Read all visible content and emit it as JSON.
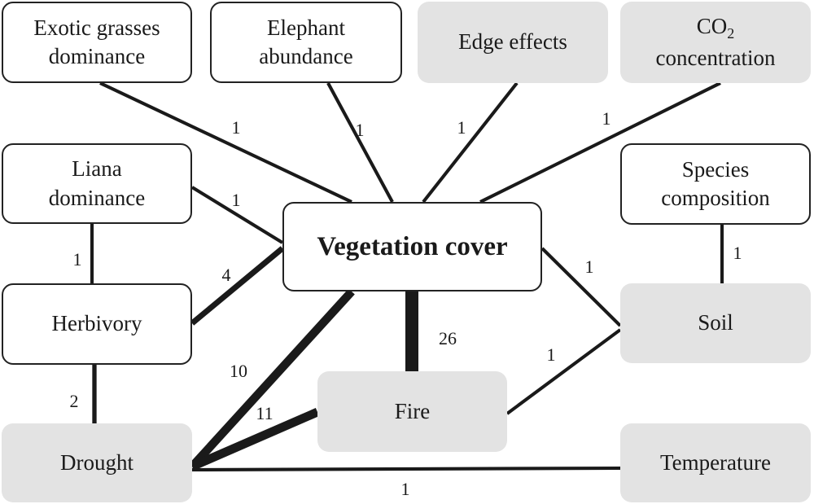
{
  "nodes": {
    "exotic_grasses": {
      "label": "Exotic grasses\ndominance"
    },
    "elephant": {
      "label": "Elephant\nabundance"
    },
    "edge_effects": {
      "label": "Edge effects"
    },
    "co2": {
      "label_main": "CO",
      "label_sub": "2",
      "label_line2": "concentration"
    },
    "liana": {
      "label": "Liana\ndominance"
    },
    "vegetation": {
      "label": "Vegetation cover"
    },
    "species": {
      "label": "Species\ncomposition"
    },
    "herbivory": {
      "label": "Herbivory"
    },
    "soil": {
      "label": "Soil"
    },
    "fire": {
      "label": "Fire"
    },
    "drought": {
      "label": "Drought"
    },
    "temperature": {
      "label": "Temperature"
    }
  },
  "edges": [
    {
      "from": "vegetation",
      "to": "exotic_grasses",
      "weight": "1"
    },
    {
      "from": "vegetation",
      "to": "elephant",
      "weight": "1"
    },
    {
      "from": "vegetation",
      "to": "edge_effects",
      "weight": "1"
    },
    {
      "from": "vegetation",
      "to": "co2",
      "weight": "1"
    },
    {
      "from": "vegetation",
      "to": "liana",
      "weight": "1"
    },
    {
      "from": "liana",
      "to": "herbivory",
      "weight": "1"
    },
    {
      "from": "vegetation",
      "to": "herbivory",
      "weight": "4"
    },
    {
      "from": "vegetation",
      "to": "soil",
      "weight": "1"
    },
    {
      "from": "species",
      "to": "soil",
      "weight": "1"
    },
    {
      "from": "vegetation",
      "to": "fire",
      "weight": "26"
    },
    {
      "from": "vegetation",
      "to": "drought",
      "weight": "10"
    },
    {
      "from": "fire",
      "to": "soil",
      "weight": "1"
    },
    {
      "from": "herbivory",
      "to": "drought",
      "weight": "2"
    },
    {
      "from": "fire",
      "to": "drought",
      "weight": "11"
    },
    {
      "from": "drought",
      "to": "temperature",
      "weight": "1"
    }
  ]
}
